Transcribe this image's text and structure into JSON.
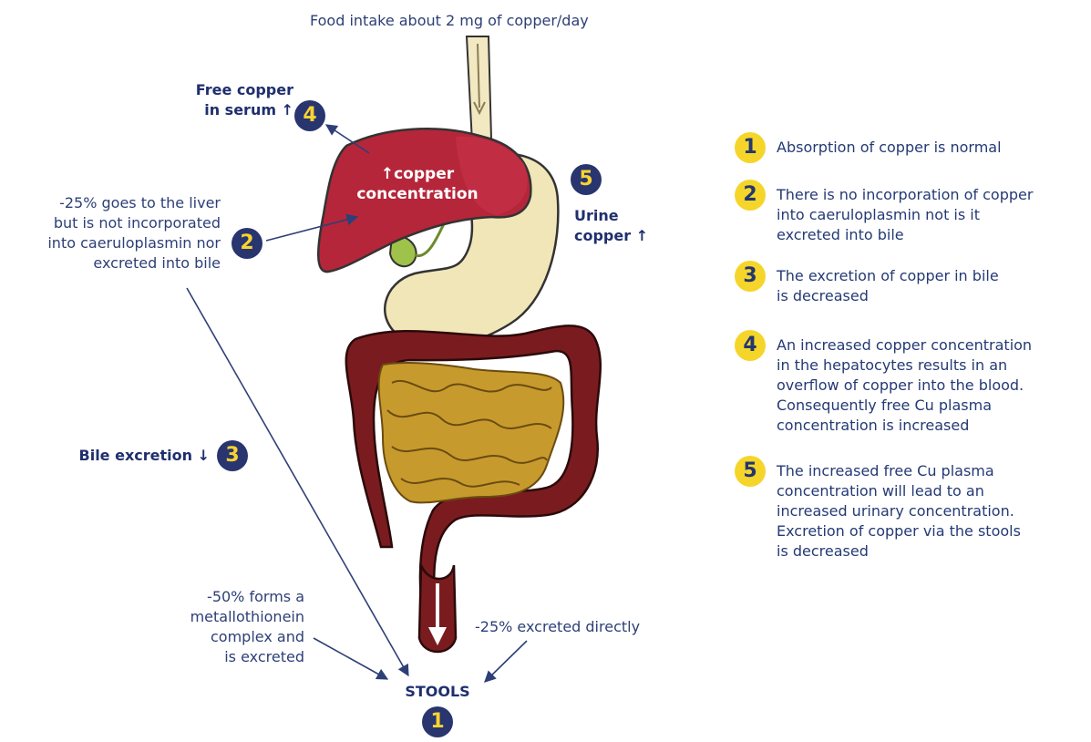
{
  "diagram": {
    "food_intake": "Food intake about 2 mg of copper/day",
    "free_copper": [
      "Free copper",
      "in serum"
    ],
    "up_arrow_glyph": "↑",
    "down_arrow_glyph": "↓",
    "liver_label": [
      "copper",
      "concentration"
    ],
    "liver_note": [
      "-25% goes to the liver",
      "but is not incorporated",
      "into caeruloplasmin nor",
      "excreted into bile"
    ],
    "urine": [
      "Urine",
      "copper"
    ],
    "bile_excretion": "Bile excretion",
    "metallothionein_note": [
      "-50% forms a",
      "metallothionein",
      "complex and",
      "is excreted"
    ],
    "direct_note": "-25% excreted directly",
    "stools": "STOOLS",
    "badges": {
      "one": "1",
      "two": "2",
      "three": "3",
      "four": "4",
      "five": "5"
    }
  },
  "legend": [
    {
      "number": "1",
      "lines": [
        "Absorption of copper is normal"
      ]
    },
    {
      "number": "2",
      "lines": [
        "There is no incorporation of copper",
        "into caeruloplasmin not is it",
        "excreted into bile"
      ]
    },
    {
      "number": "3",
      "lines": [
        "The excretion of copper in bile",
        "is decreased"
      ]
    },
    {
      "number": "4",
      "lines": [
        "An increased copper concentration",
        "in the hepatocytes results in an",
        "overflow of copper into the blood.",
        "Consequently free Cu plasma",
        "concentration is increased"
      ]
    },
    {
      "number": "5",
      "lines": [
        "The increased free Cu plasma",
        "concentration will lead to an",
        "increased urinary concentration.",
        "Excretion of copper via the stools",
        "is decreased"
      ]
    }
  ],
  "colors": {
    "navy": "#28356f",
    "yellow": "#f6d52a",
    "liver": "#b5263a",
    "colon": "#7a1c1f",
    "intestine": "#c79a2d",
    "stomach": "#f1e6b8"
  }
}
